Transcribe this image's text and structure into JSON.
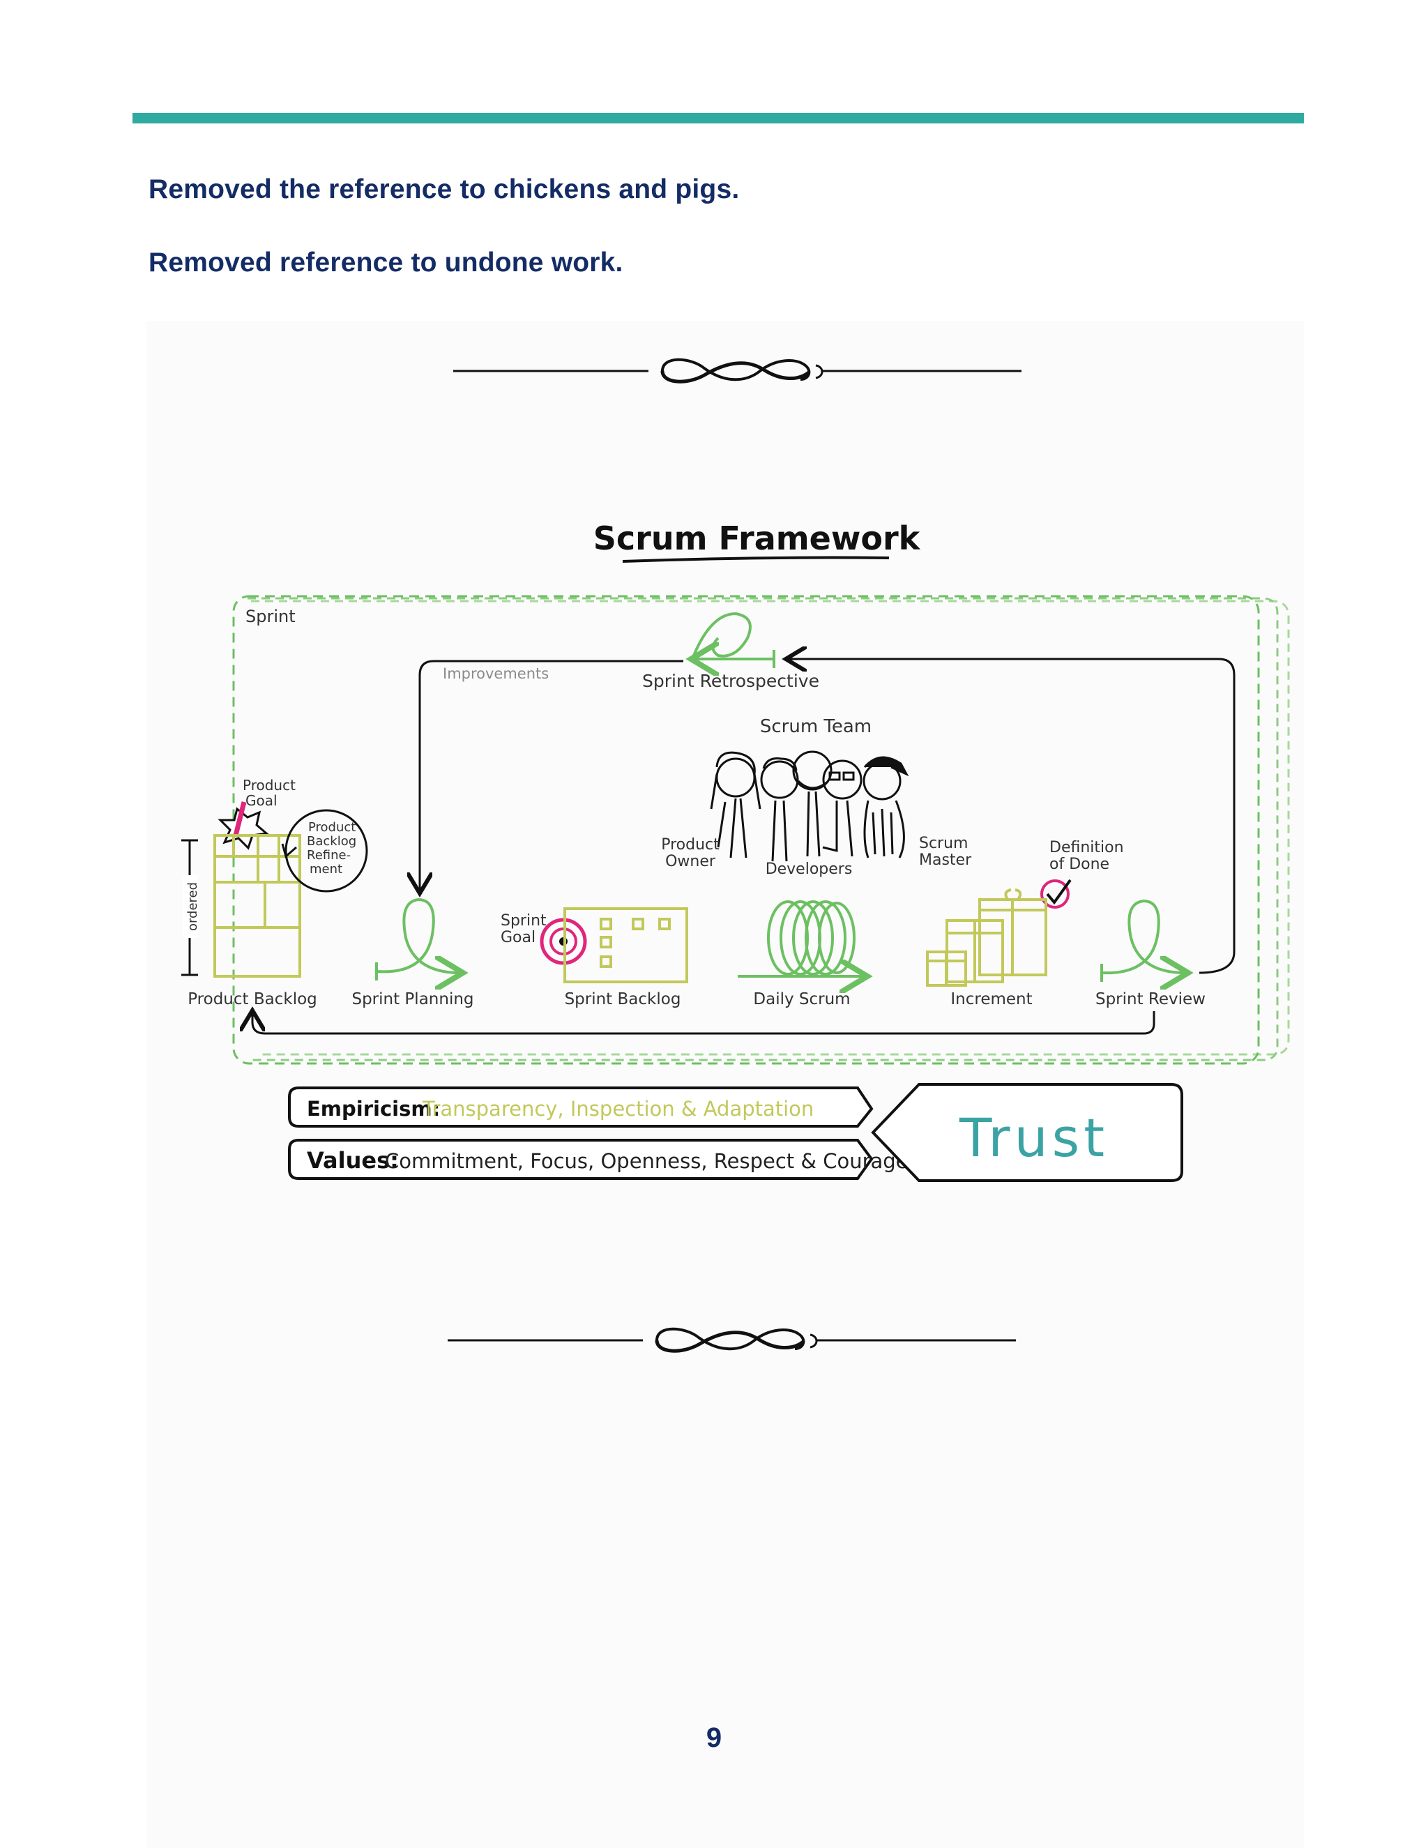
{
  "notes": [
    "Removed the reference to chickens and pigs.",
    "Removed reference to undone work."
  ],
  "diagram": {
    "title": "Scrum Framework",
    "sprint_label": "Sprint",
    "improvements_label": "Improvements",
    "retrospective_label": "Sprint Retrospective",
    "scrum_team_label": "Scrum Team",
    "product_owner_label": [
      "Product",
      "Owner"
    ],
    "developers_label": "Developers",
    "scrum_master_label": [
      "Scrum",
      "Master"
    ],
    "definition_of_done_label": [
      "Definition",
      "of Done"
    ],
    "product_goal_label": [
      "Product",
      "Goal"
    ],
    "refinement_label": [
      "Product",
      "Backlog",
      "Refine-",
      "ment"
    ],
    "ordered_label": "ordered",
    "sprint_goal_label": [
      "Sprint",
      "Goal"
    ],
    "stages": [
      "Product Backlog",
      "Sprint Planning",
      "Sprint Backlog",
      "Daily Scrum",
      "Increment",
      "Sprint Review"
    ],
    "empiricism": {
      "label": "Empiricism:",
      "text": "Transparency, Inspection & Adaptation"
    },
    "values": {
      "label": "Values:",
      "text": "Commitment, Focus, Openness, Respect & Courage"
    },
    "trust_label": "Trust",
    "colors": {
      "green": "#6cc062",
      "olive": "#c2c85a",
      "pink": "#e0267a",
      "teal": "#3ca3a5",
      "navy": "#142c66",
      "accent_rule": "#2eaaa0"
    }
  },
  "page_number": "9"
}
